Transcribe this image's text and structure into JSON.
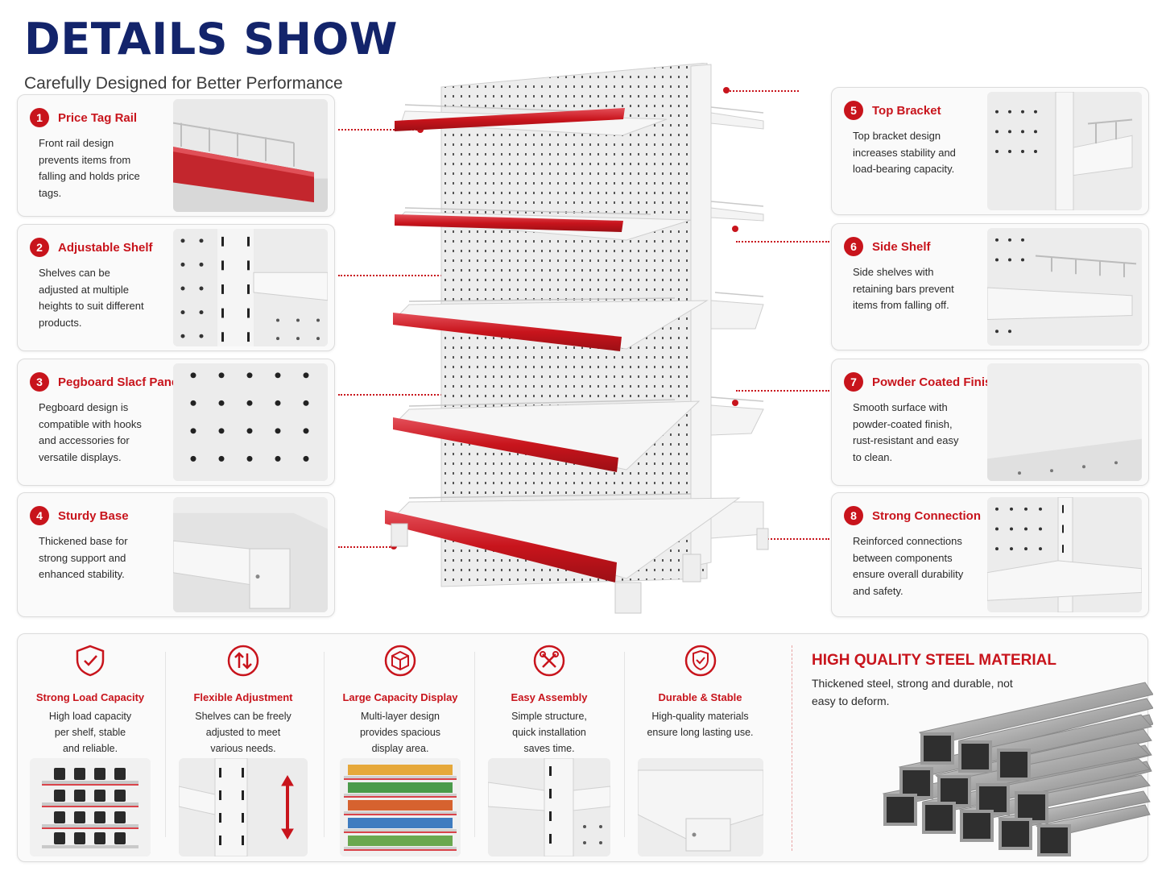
{
  "header": {
    "title": "DETAILS SHOW",
    "subtitle": "Carefully Designed for Better Performance"
  },
  "details": [
    {
      "num": "1",
      "title": "Price Tag Rail",
      "desc": "Front rail design prevents items from falling and holds price tags."
    },
    {
      "num": "2",
      "title": "Adjustable Shelf",
      "desc": "Shelves can be adjusted at multiple heights to suit different products."
    },
    {
      "num": "3",
      "title": "Pegboard Slacf Panel",
      "desc": "Pegboard design is compatible with hooks and accessories for versatile displays."
    },
    {
      "num": "4",
      "title": "Sturdy Base",
      "desc": "Thickened base for strong support and enhanced stability."
    },
    {
      "num": "5",
      "title": "Top Bracket",
      "desc": "Top bracket design increases stability and load-bearing capacity."
    },
    {
      "num": "6",
      "title": "Side Shelf",
      "desc": "Side shelves with retaining bars prevent items from falling off."
    },
    {
      "num": "7",
      "title": "Powder Coated Finish",
      "desc": "Smooth surface with powder-coated finish, rust-resistant and easy to clean."
    },
    {
      "num": "8",
      "title": "Strong Connection",
      "desc": "Reinforced connections between components ensure overall durability and safety."
    }
  ],
  "features": [
    {
      "title": "Strong Load Capacity",
      "desc": "High load capacity per shelf, stable and reliable.",
      "icon": "shield-check-icon"
    },
    {
      "title": "Flexible Adjustment",
      "desc": "Shelves can be freely adjusted to meet various needs.",
      "icon": "up-down-arrows-icon"
    },
    {
      "title": "Large Capacity Display",
      "desc": "Multi-layer design provides spacious display area.",
      "icon": "box-icon"
    },
    {
      "title": "Easy Assembly",
      "desc": "Simple structure, quick installation saves time.",
      "icon": "tools-icon"
    },
    {
      "title": "Durable & Stable",
      "desc": "High-quality materials ensure long lasting use.",
      "icon": "shield-check-icon"
    }
  ],
  "quality": {
    "title": "HIGH QUALITY STEEL MATERIAL",
    "desc": "Thickened steel, strong and durable, not easy to deform."
  },
  "colors": {
    "accent": "#c8141c",
    "title_navy": "#13246b"
  }
}
